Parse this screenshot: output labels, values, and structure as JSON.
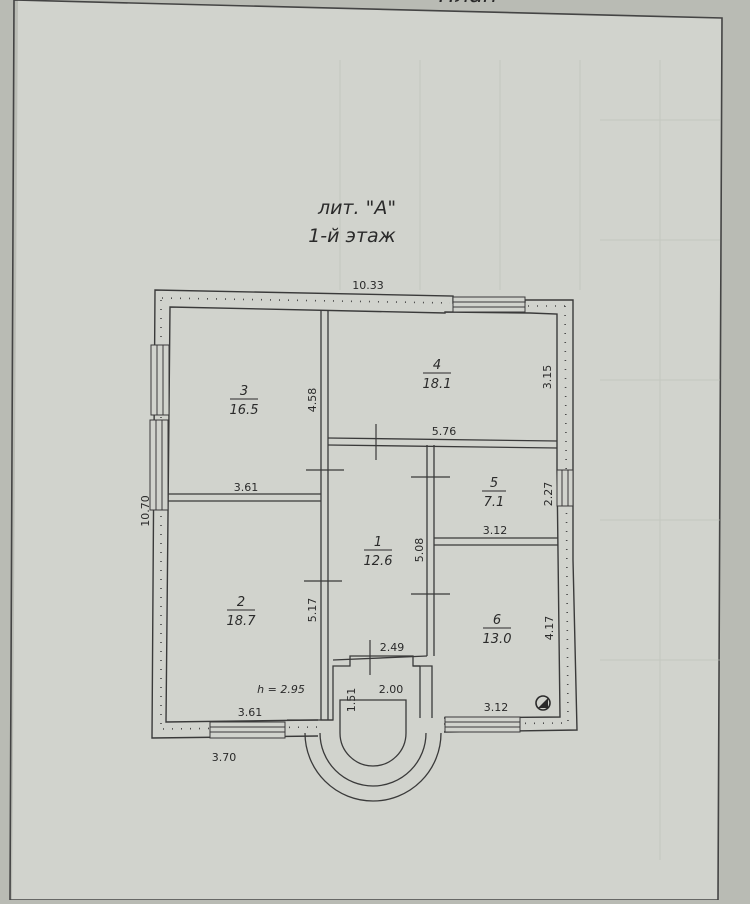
{
  "header": {
    "cut_title": "План",
    "litera": "лит. \"А\"",
    "floor": "1-й этаж"
  },
  "rooms": [
    {
      "number": "1",
      "area": "12.6"
    },
    {
      "number": "2",
      "area": "18.7"
    },
    {
      "number": "3",
      "area": "16.5"
    },
    {
      "number": "4",
      "area": "18.1"
    },
    {
      "number": "5",
      "area": "7.1"
    },
    {
      "number": "6",
      "area": "13.0"
    }
  ],
  "dimensions": {
    "total_width": "10.33",
    "total_height": "10.70",
    "room3_height": "4.58",
    "room3_width": "3.61",
    "room4_height": "3.15",
    "room4_width": "5.76",
    "room5_height": "2.27",
    "room5_width": "3.12",
    "room1_height": "5.08",
    "room2_height": "5.17",
    "room2_width": "3.61",
    "room6_height": "4.17",
    "room6_width": "3.12",
    "porch_width_outer": "2.49",
    "porch_width_inner": "2.00",
    "porch_depth": "1.51",
    "ceiling_height": "h = 2.95",
    "bottom_width": "3.70"
  }
}
